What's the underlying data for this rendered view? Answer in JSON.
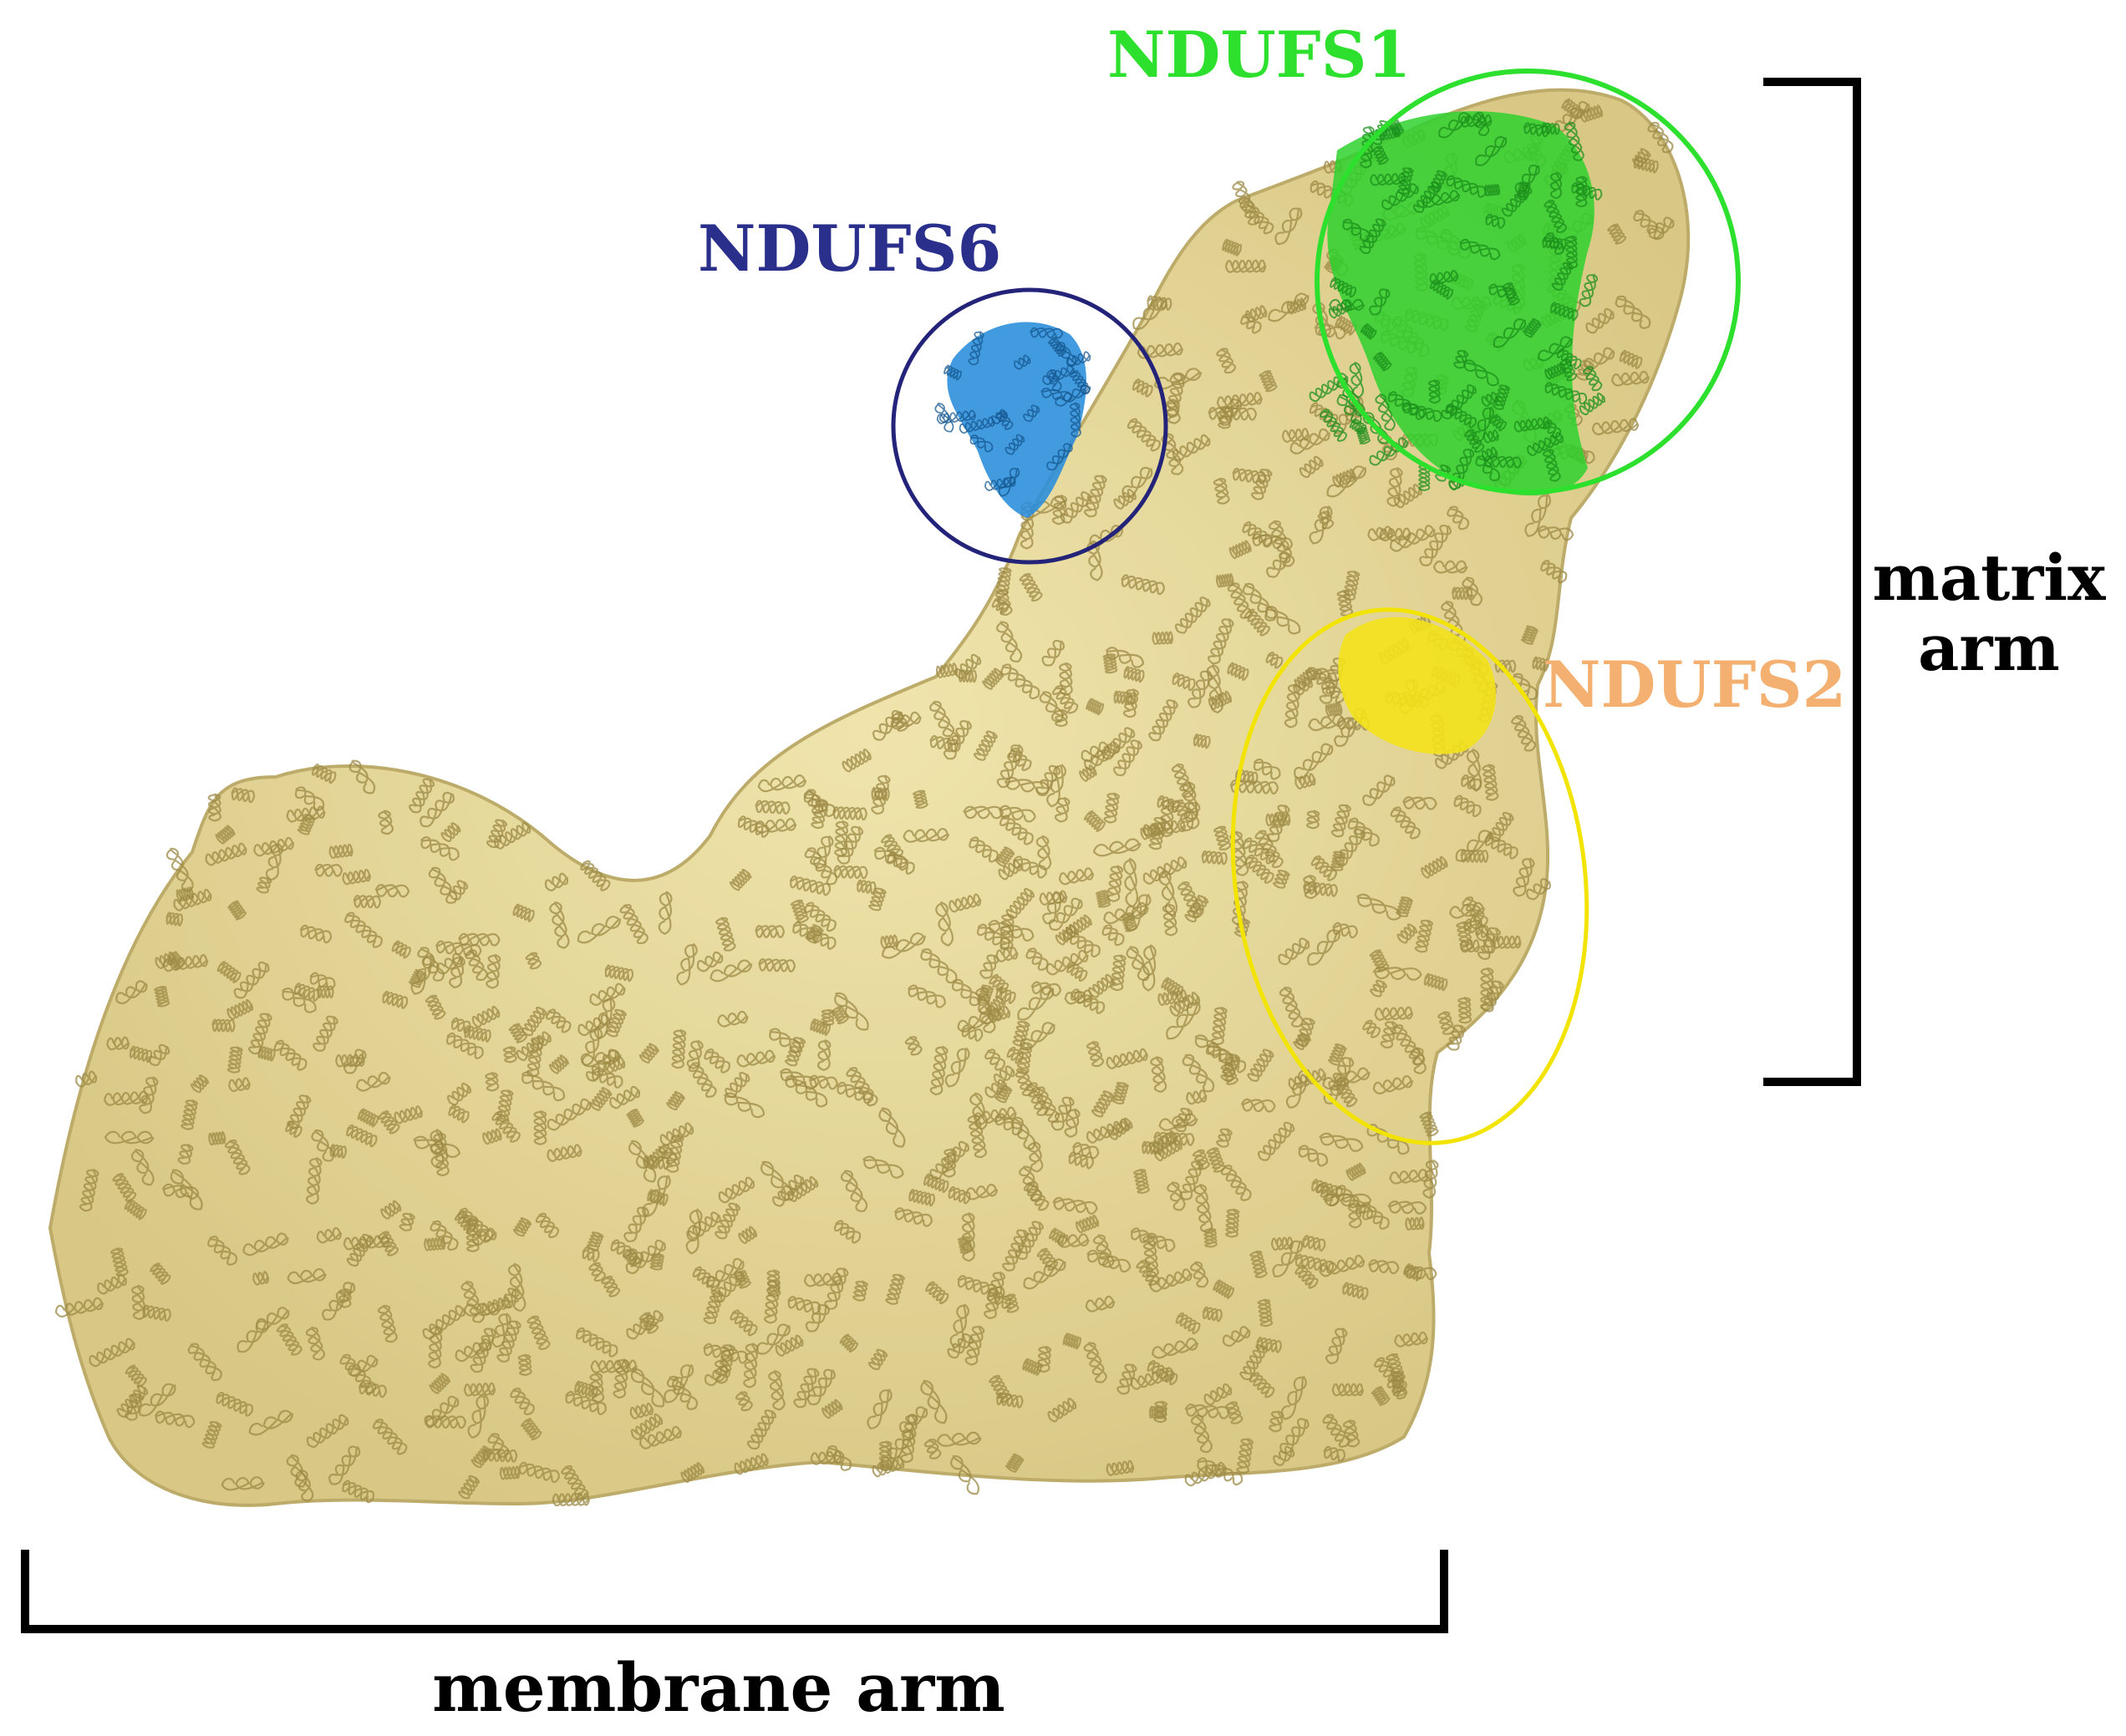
{
  "labels": {
    "ndufs1": "NDUFS1",
    "ndufs6": "NDUFS6",
    "ndufs2": "NDUFS2",
    "matrix_line1": "matrix",
    "matrix_line2": "arm",
    "membrane": "membrane arm"
  },
  "colors": {
    "protein": "#e6d78f",
    "protein_outline": "#9c8a45",
    "ndufs1": "#2ed12e",
    "ndufs1_label": "#2ee02e",
    "ndufs6": "#2d8fdc",
    "ndufs6_circle": "#23237a",
    "ndufs6_label": "#2a2f8c",
    "ndufs2": "#f3e21a",
    "ndufs2_ellipse": "#f2e400",
    "ndufs2_label": "#f4b070",
    "bracket": "#000000"
  },
  "icons": {
    "structure": "protein-ribbon-model"
  }
}
